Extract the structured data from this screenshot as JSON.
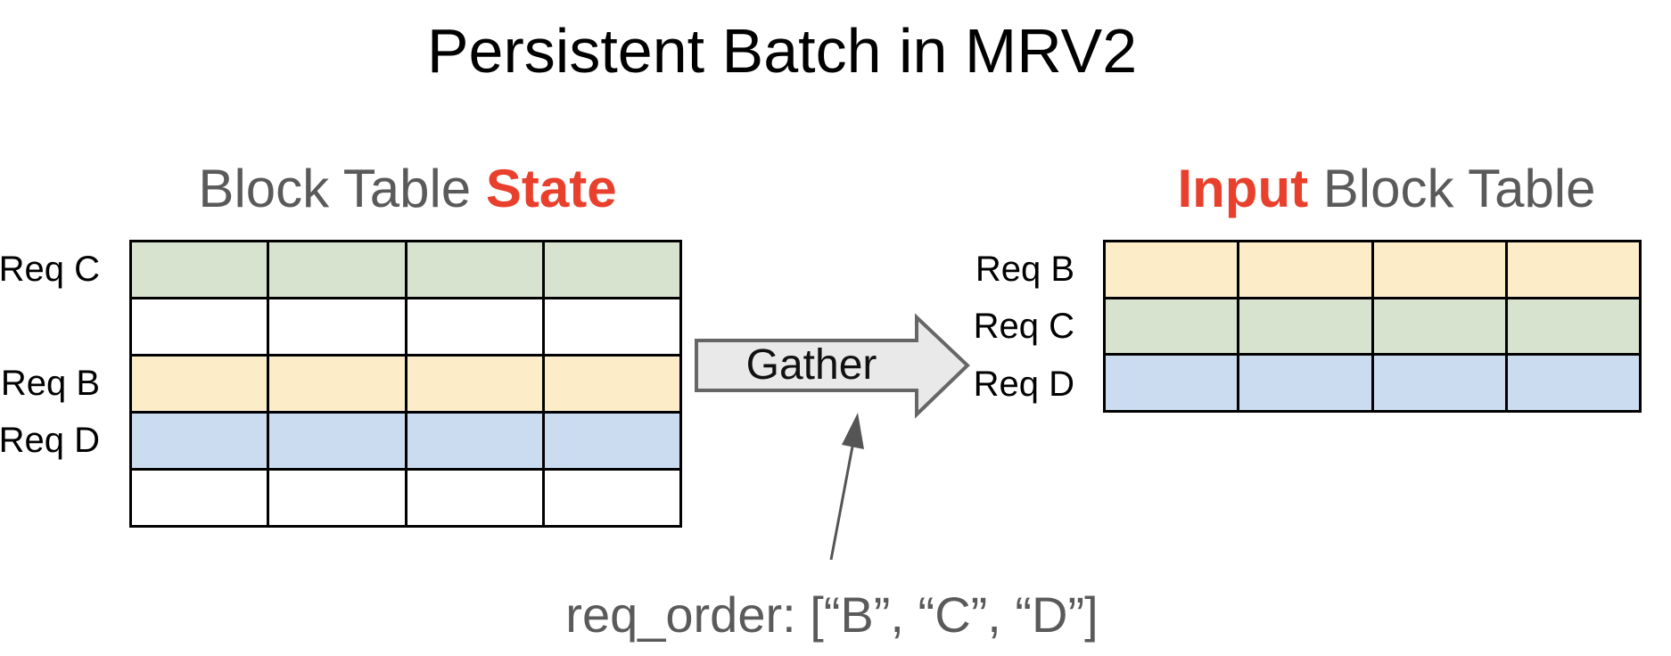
{
  "title": "Persistent Batch in MRV2",
  "colors": {
    "accent_red": "#e8402c",
    "heading_gray": "#5a5a5a",
    "cell_green": "#d7e3ce",
    "cell_yellow": "#fcedc8",
    "cell_blue": "#cbdcf0",
    "cell_white": "#ffffff",
    "table_border": "#000000",
    "arrow_fill": "#e9e9e9",
    "arrow_border": "#666666",
    "pointer_arrow": "#555555"
  },
  "left_table": {
    "heading_prefix": "Block Table ",
    "heading_accent": "State",
    "columns": 4,
    "rows": [
      {
        "label": "Req C",
        "color": "#d7e3ce"
      },
      {
        "label": "",
        "color": "#ffffff"
      },
      {
        "label": "Req B",
        "color": "#fcedc8"
      },
      {
        "label": "Req D",
        "color": "#cbdcf0"
      },
      {
        "label": "",
        "color": "#ffffff"
      }
    ]
  },
  "right_table": {
    "heading_accent": "Input",
    "heading_suffix": " Block Table",
    "columns": 4,
    "rows": [
      {
        "label": "Req B",
        "color": "#fcedc8"
      },
      {
        "label": "Req C",
        "color": "#d7e3ce"
      },
      {
        "label": "Req D",
        "color": "#cbdcf0"
      }
    ]
  },
  "gather_arrow": {
    "label": "Gather"
  },
  "annotation": {
    "text": "req_order: [“B”, “C”, “D”]"
  }
}
